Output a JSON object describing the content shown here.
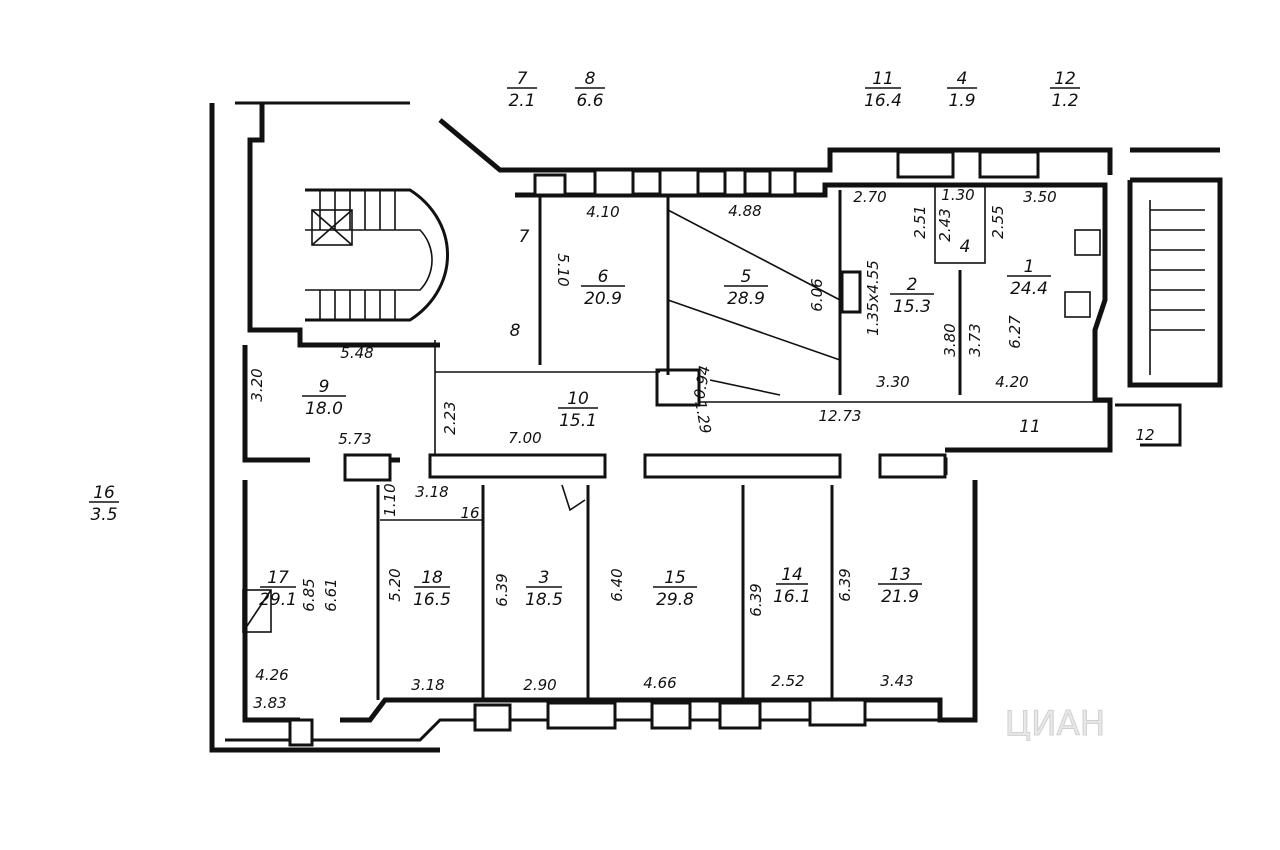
{
  "summary_rooms": [
    {
      "number": "7",
      "area": "2.1"
    },
    {
      "number": "8",
      "area": "6.6"
    },
    {
      "number": "11",
      "area": "16.4"
    },
    {
      "number": "4",
      "area": "1.9"
    },
    {
      "number": "12",
      "area": "1.2"
    },
    {
      "number": "16",
      "area": "3.5"
    }
  ],
  "rooms": [
    {
      "number": "6",
      "area": "20.9"
    },
    {
      "number": "5",
      "area": "28.9"
    },
    {
      "number": "2",
      "area": "15.3"
    },
    {
      "number": "1",
      "area": "24.4"
    },
    {
      "number": "9",
      "area": "18.0"
    },
    {
      "number": "10",
      "area": "15.1"
    },
    {
      "number": "17",
      "area": "29.1"
    },
    {
      "number": "18",
      "area": "16.5"
    },
    {
      "number": "3",
      "area": "18.5"
    },
    {
      "number": "15",
      "area": "29.8"
    },
    {
      "number": "14",
      "area": "16.1"
    },
    {
      "number": "13",
      "area": "21.9"
    }
  ],
  "small_labels": {
    "r7": "7",
    "r8": "8",
    "r4": "4",
    "r11": "11",
    "r12": "12",
    "r16": "16"
  },
  "dimensions": {
    "d410": "4.10",
    "d488": "4.88",
    "d270": "2.70",
    "d130": "1.30",
    "d350": "3.50",
    "d510": "5.10",
    "d606": "6.06",
    "d135": "1.35x4.55",
    "d251": "2.51",
    "d243": "2.43",
    "d255": "2.55",
    "d380": "3.80",
    "d373": "3.73",
    "d627": "6.27",
    "d330": "3.30",
    "d420": "4.20",
    "d1273": "12.73",
    "d094": "0.94",
    "d129": "1.29",
    "d548": "5.48",
    "d320": "3.20",
    "d223": "2.23",
    "d573": "5.73",
    "d700": "7.00",
    "d110": "1.10",
    "d318t": "3.18",
    "d685": "6.85",
    "d661": "6.61",
    "d520": "5.20",
    "d639a": "6.39",
    "d640": "6.40",
    "d639b": "6.39",
    "d639c": "6.39",
    "d426": "4.26",
    "d383": "3.83",
    "d318": "3.18",
    "d290": "2.90",
    "d466": "4.66",
    "d252": "2.52",
    "d343": "3.43"
  },
  "watermark": "ЦИАН"
}
